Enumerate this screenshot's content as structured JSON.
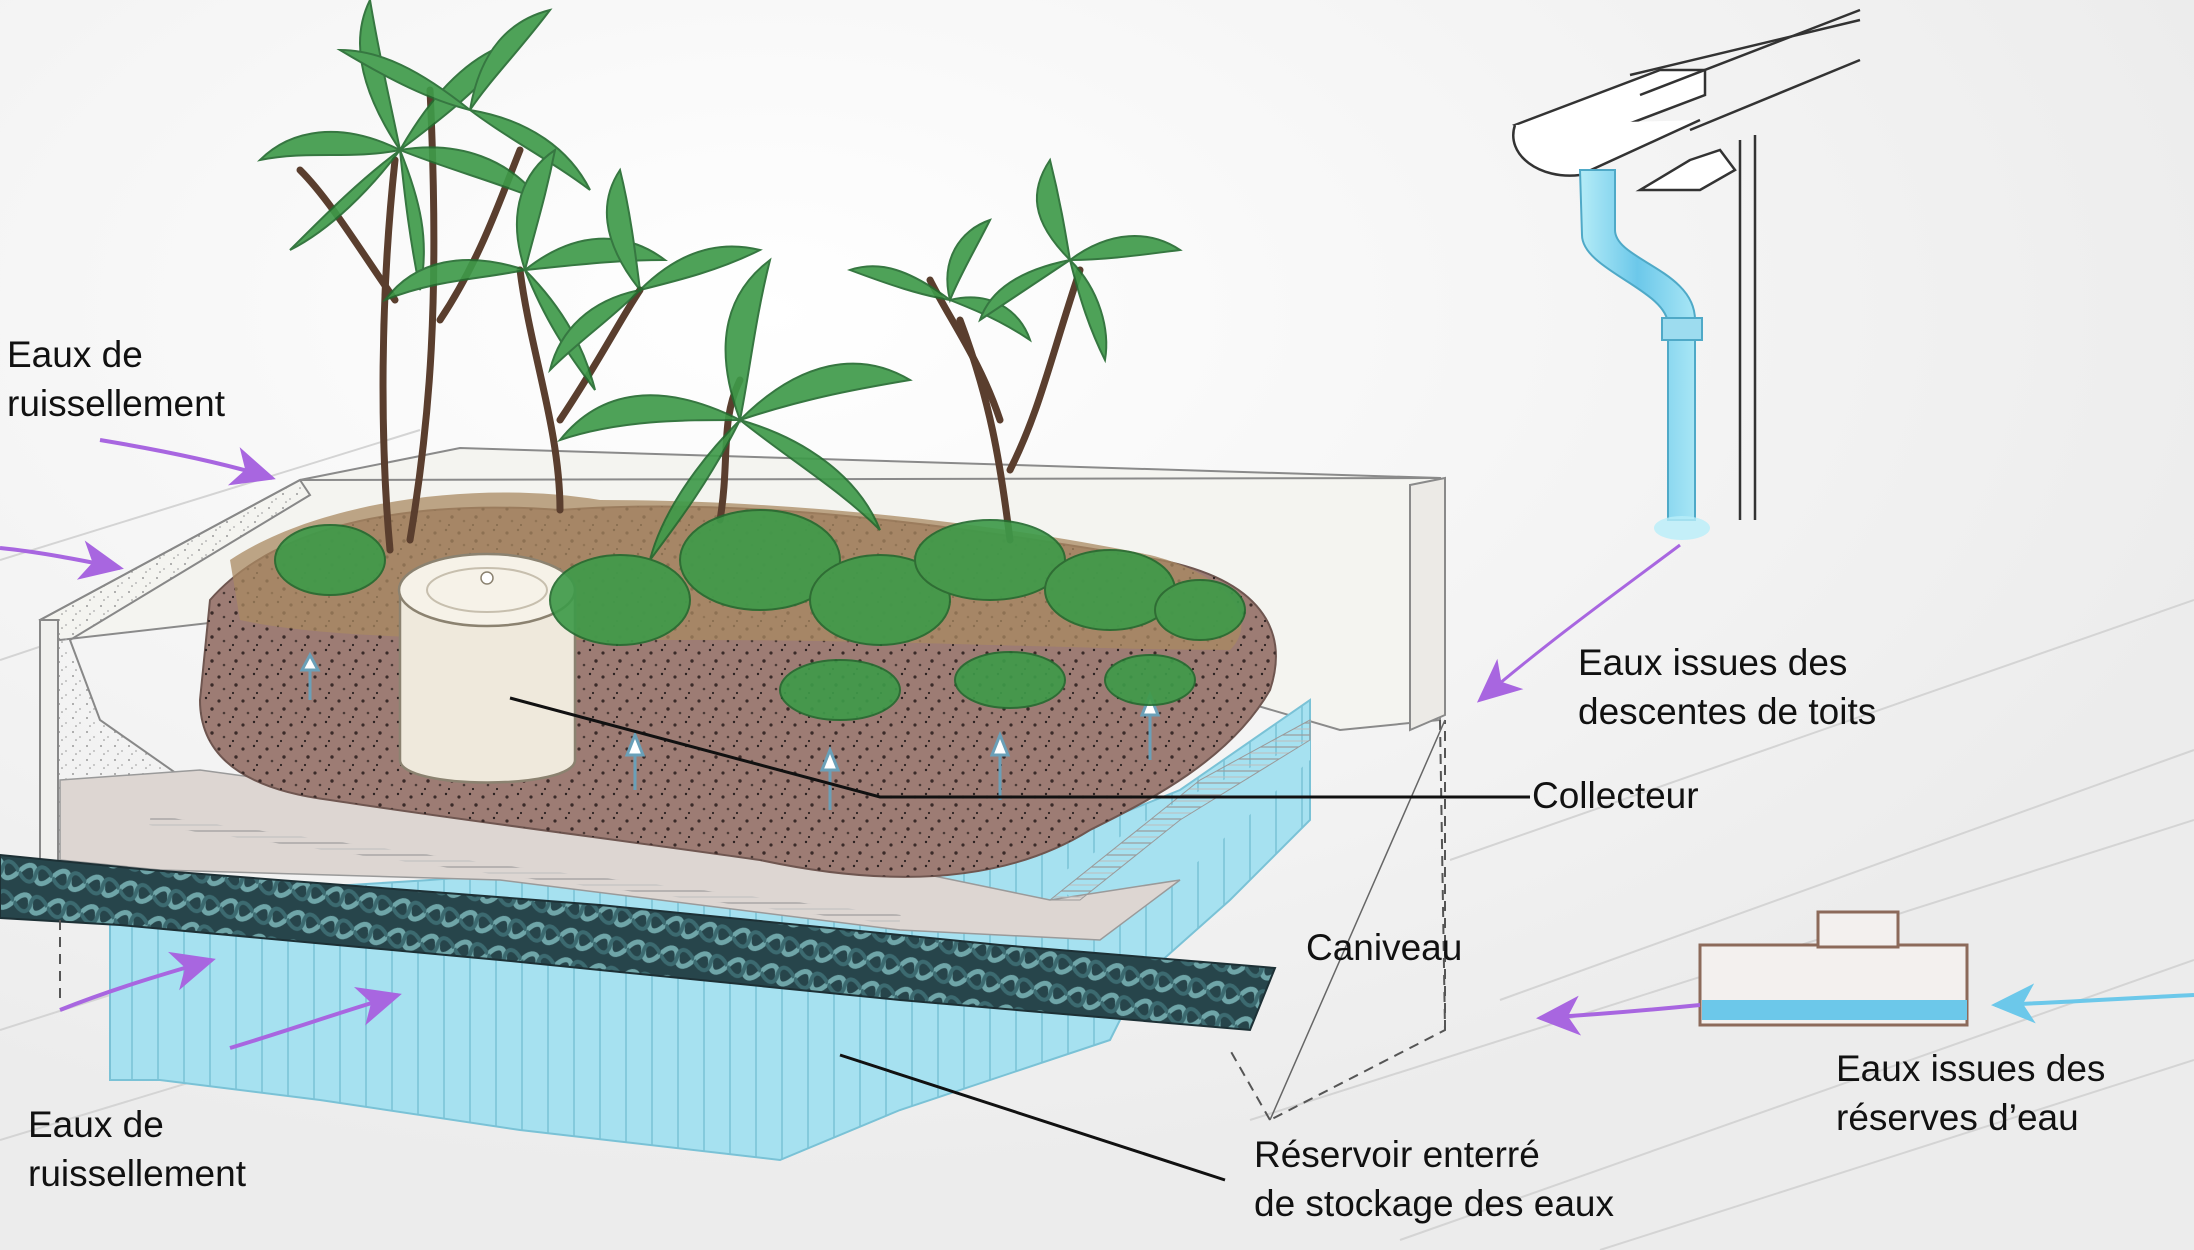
{
  "labels": {
    "runoff_top": {
      "line1": "Eaux de",
      "line2": "ruissellement"
    },
    "runoff_bottom": {
      "line1": "Eaux de",
      "line2": "ruissellement"
    },
    "roof_water": {
      "line1": "Eaux issues des",
      "line2": "descentes de toits"
    },
    "collector": "Collecteur",
    "gutter": "Caniveau",
    "reserve_water": {
      "line1": "Eaux issues des",
      "line2": "réserves d’eau"
    },
    "tank": {
      "line1": "Réservoir enterré",
      "line2": "de stockage des eaux"
    }
  },
  "colors": {
    "runoff_arrow": "#a866e0",
    "clean_water_arrow": "#6cc8ea",
    "water": "#a8e2f0",
    "soil": "#9b7a72",
    "foliage": "#3f9a4a",
    "drain_pipe": "#2c4e55",
    "downpipe": "#8fd6ea"
  },
  "icons": {
    "downpipe": "downpipe-icon",
    "drain_pipe": "perforated-drain-icon",
    "collector": "collector-cylinder-icon",
    "reserve_pipe": "tee-pipe-icon"
  }
}
